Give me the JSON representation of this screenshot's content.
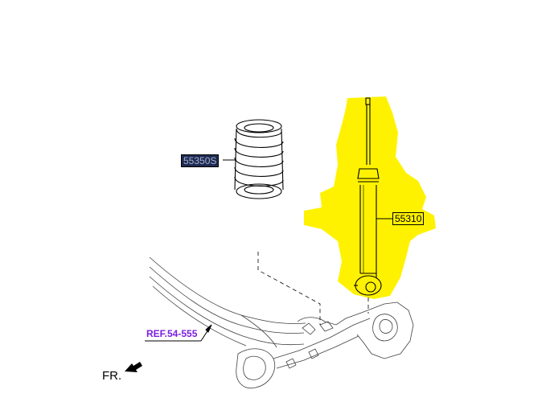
{
  "labels": {
    "spring": "55350S",
    "shock_absorber": "55310",
    "reference": "REF.54-555",
    "front": "FR."
  },
  "colors": {
    "highlight": "#fff200",
    "spring_label_bg": "#1e2a50",
    "spring_label_text": "#a7b2d4",
    "reference_text": "#7a1fe0",
    "line": "#000000"
  },
  "icons": [
    "coil-spring-icon",
    "shock-absorber-icon",
    "torsion-beam-axle-icon",
    "front-arrow-icon"
  ]
}
